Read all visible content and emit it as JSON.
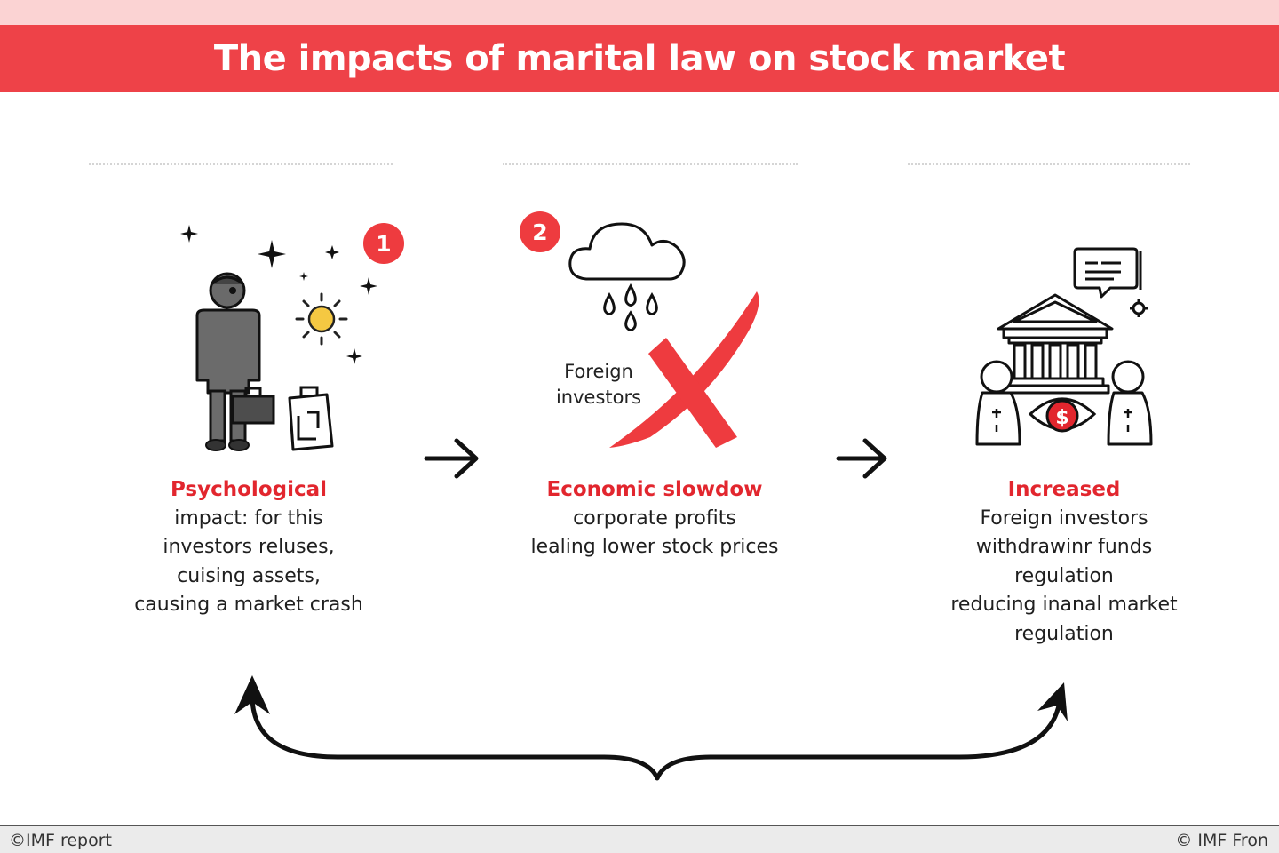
{
  "title": "The impacts of marital law on stock market",
  "steps": [
    {
      "number": "1",
      "heading": "Psychological",
      "lines": [
        "impact: for this",
        "investors reluses,",
        "cuising assets,",
        "causing a market crash"
      ]
    },
    {
      "number": "2",
      "icon_text": [
        "Foreign",
        "investors"
      ],
      "heading": "Economic slowdow",
      "lines": [
        "corporate profits",
        "lealing lower stock prices"
      ]
    },
    {
      "heading": "Increased",
      "lines": [
        "Foreign investors",
        "withdrawinr funds",
        "regulation",
        "reducing inanal market",
        "regulation"
      ]
    }
  ],
  "footer": {
    "source": "©IMF report",
    "credit": "© IMF Fron"
  },
  "colors": {
    "accent": "#ee4248",
    "banner_top": "#fbd3d3",
    "sun": "#f5c842"
  }
}
